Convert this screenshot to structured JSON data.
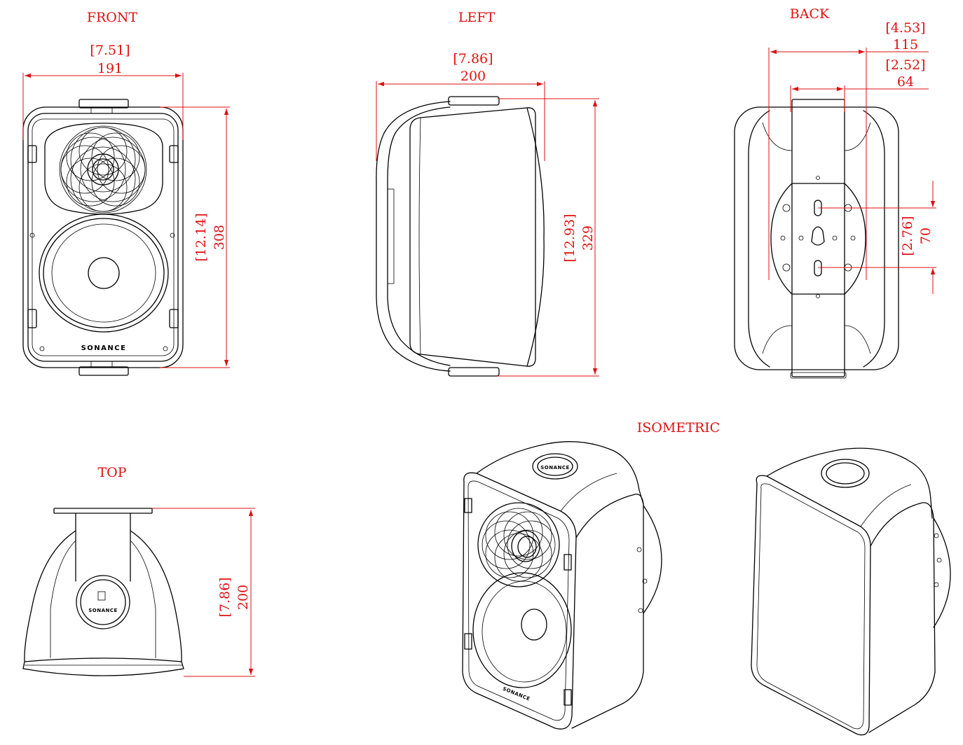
{
  "views": {
    "front": "FRONT",
    "left": "LEFT",
    "back": "BACK",
    "top": "TOP",
    "isometric": "ISOMETRIC"
  },
  "brand": "SONANCE",
  "dimensions": {
    "front_width_in": "[7.51]",
    "front_width_mm": "191",
    "front_height_in": "[12.14]",
    "front_height_mm": "308",
    "left_depth_in": "[7.86]",
    "left_depth_mm": "200",
    "left_height_in": "[12.93]",
    "left_height_mm": "329",
    "back_outer_in": "[4.53]",
    "back_outer_mm": "115",
    "back_inner_in": "[2.52]",
    "back_inner_mm": "64",
    "back_slot_in": "[2.76]",
    "back_slot_mm": "70",
    "top_depth_in": "[7.86]",
    "top_depth_mm": "200"
  },
  "colors": {
    "ink": "#000000",
    "dimension": "#e01010"
  }
}
